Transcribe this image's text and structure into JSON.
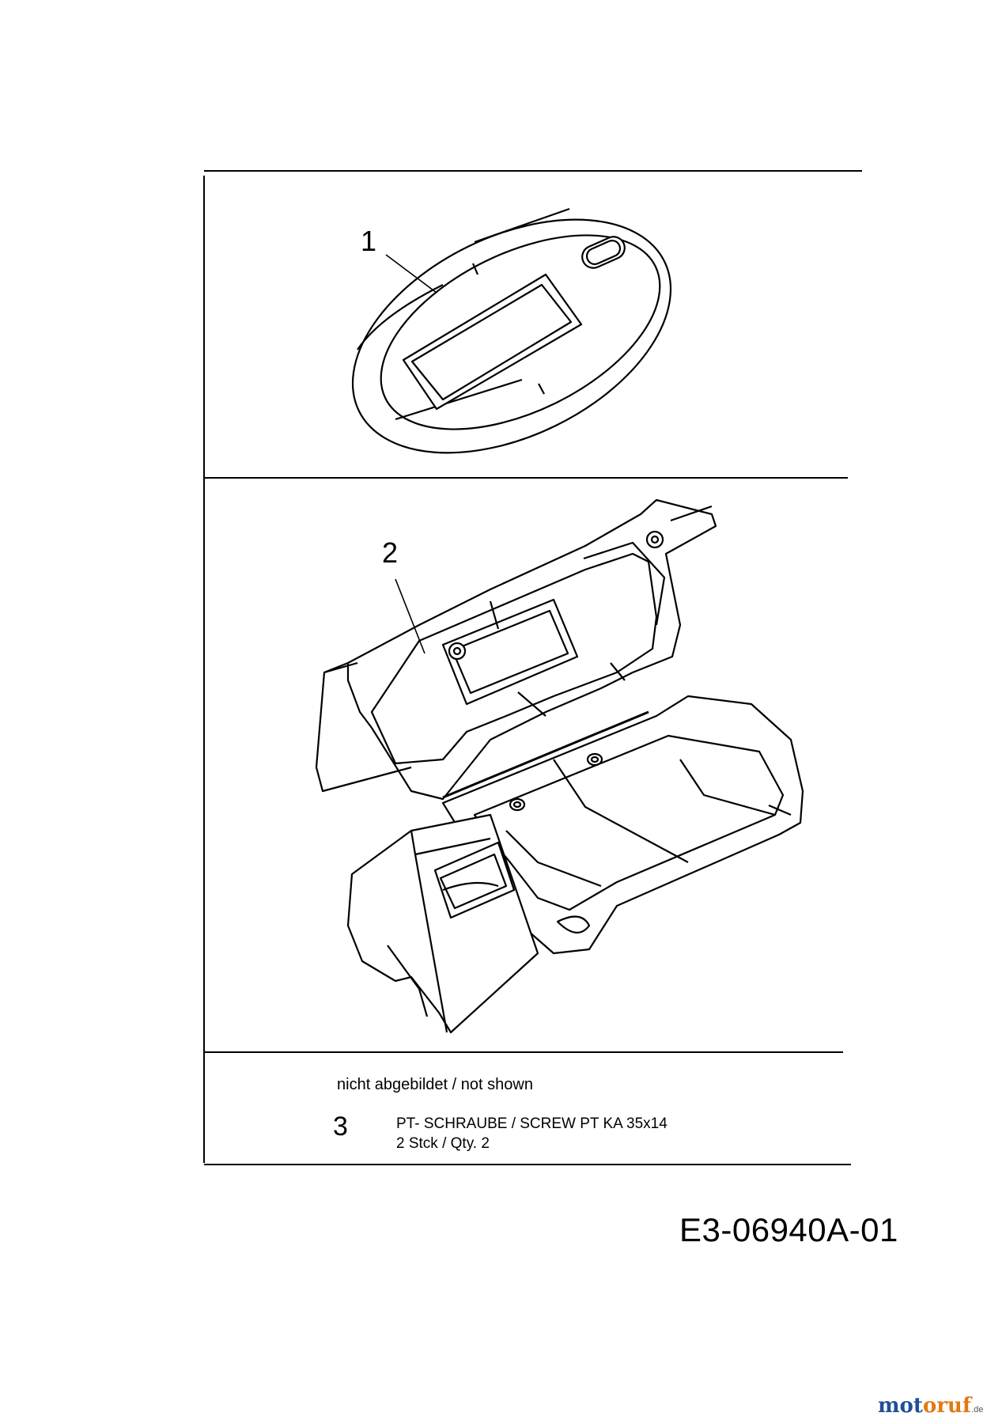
{
  "callouts": {
    "part1": "1",
    "part2": "2"
  },
  "not_shown_label": "nicht abgebildet / not shown",
  "parts_not_shown": [
    {
      "number": "3",
      "description": "PT- SCHRAUBE / SCREW PT KA 35x14",
      "quantity": "2 Stck /  Qty. 2"
    }
  ],
  "drawing_code": "E3-06940A-01",
  "watermark": {
    "brand_a": "mot",
    "brand_b": "oruf",
    "tld": ".de",
    "color_a": "#1f4e9a",
    "color_b": "#e07b12"
  }
}
